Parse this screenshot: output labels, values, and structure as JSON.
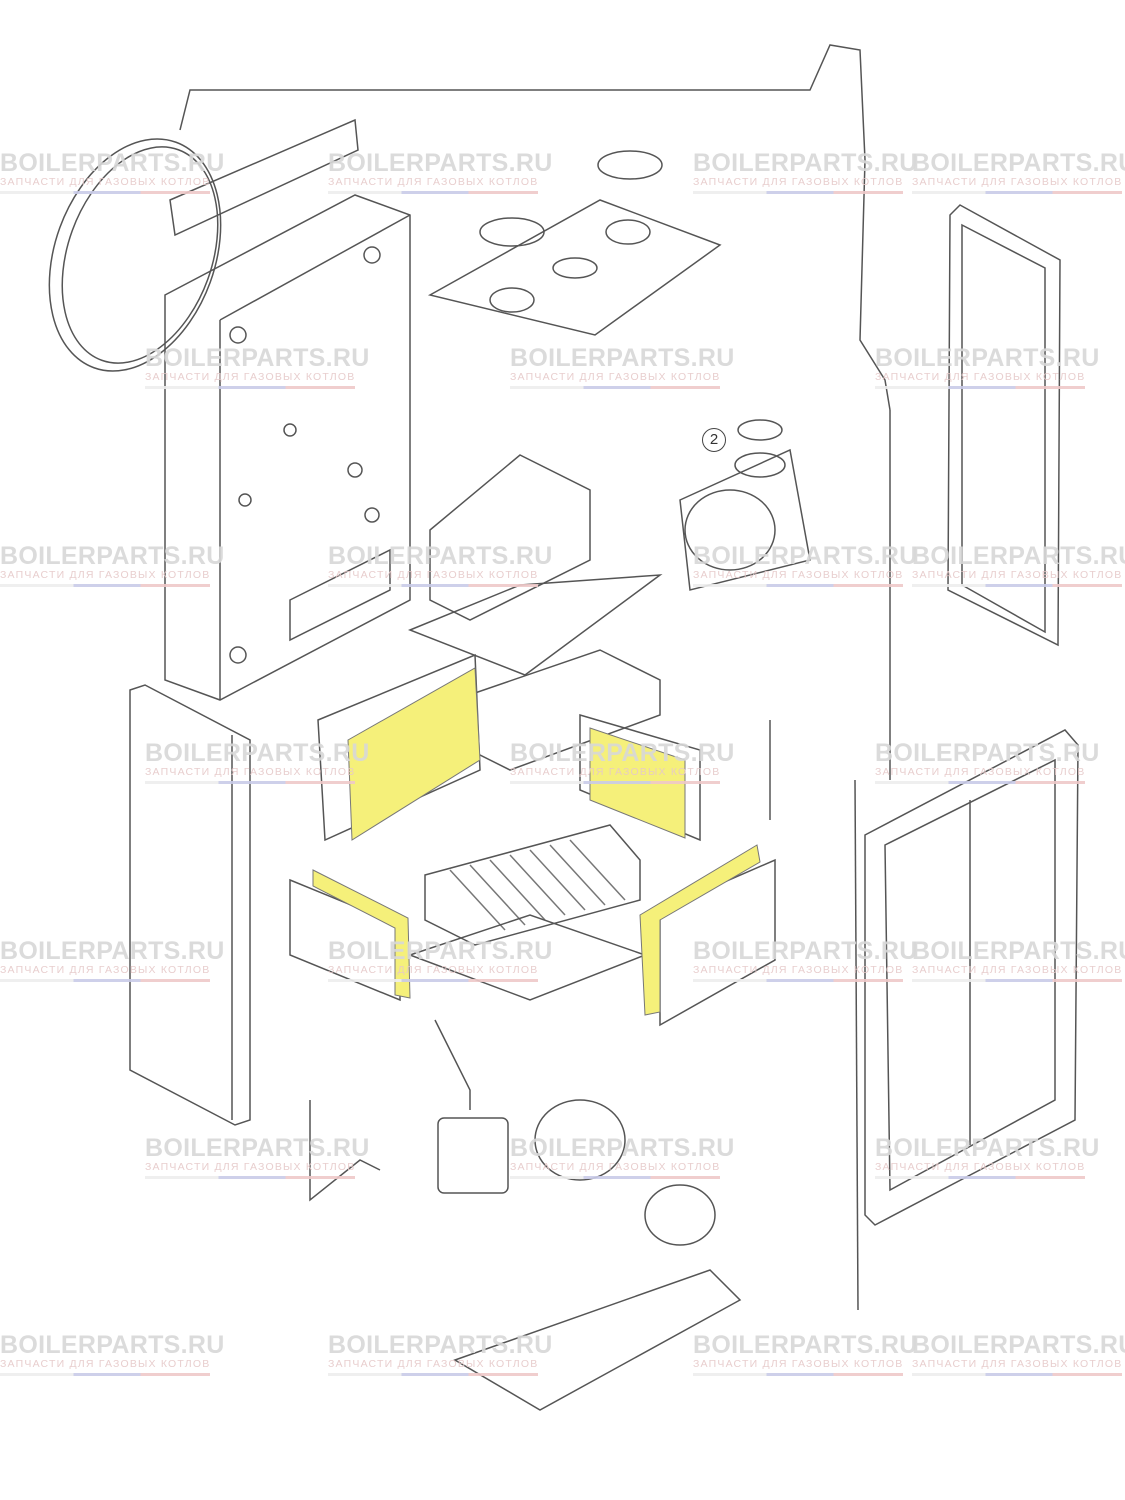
{
  "watermark": {
    "brand": "BOILERPARTS.RU",
    "tagline": "ЗАПЧАСТИ ДЛЯ ГАЗОВЫХ КОТЛОВ"
  },
  "callout": {
    "number": "2"
  },
  "colors": {
    "highlight": "#f5f07a",
    "line": "#555555",
    "watermark": "#d8d8d8"
  }
}
